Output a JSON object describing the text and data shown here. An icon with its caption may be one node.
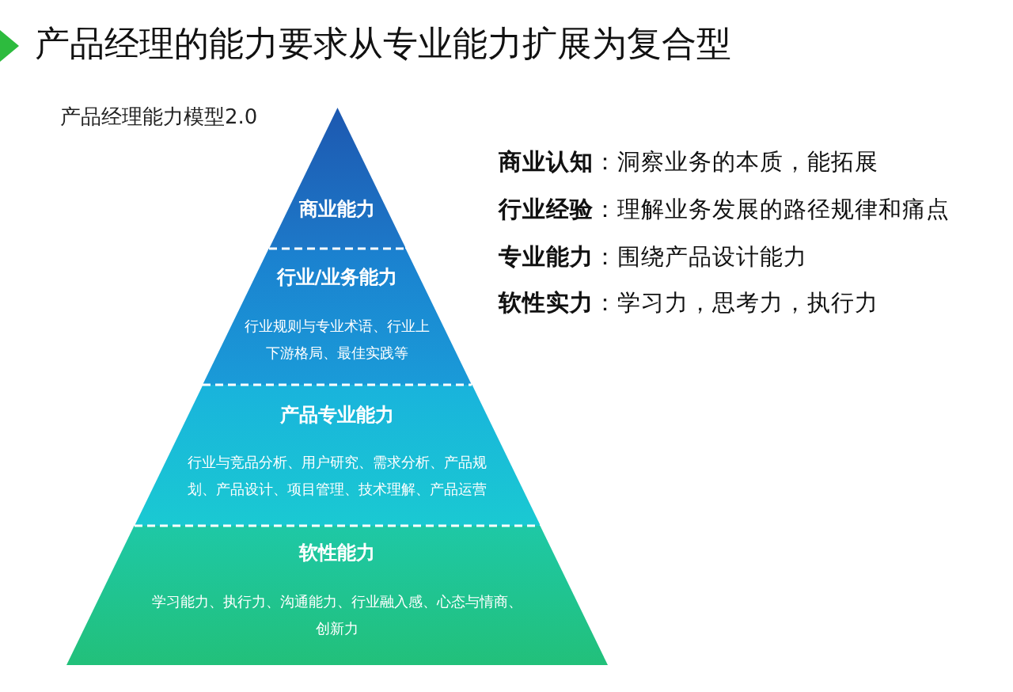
{
  "diagram": {
    "title": "产品经理的能力要求从专业能力扩展为复合型",
    "nodes": [
      {
        "text": [
          "商业能力"
        ]
      },
      {
        "text": [
          "行业/业务能力",
          "行业规则与专业术语、行业上下游格局、最佳实践等"
        ]
      },
      {
        "text": [
          "产品专业能力",
          "行业与竞品分析、用户研究、需求分析、产品规划、产品设计、项目管理、技术理解、产品运营"
        ]
      },
      {
        "text": [
          "软性能力",
          "学习能力、执行力、沟通能力、行业融入感、心态与情商、创新力"
        ]
      }
    ],
    "labels": [
      "产品经理能力模型2.0",
      "**商业认知**：洞察业务的本质，能拓展",
      "**行业经验**：理解业务发展的路径规律和痛点",
      "**专业能力**：围绕产品设计能力",
      "**软性实力**：学习力，思考力，执行力"
    ]
  }
}
